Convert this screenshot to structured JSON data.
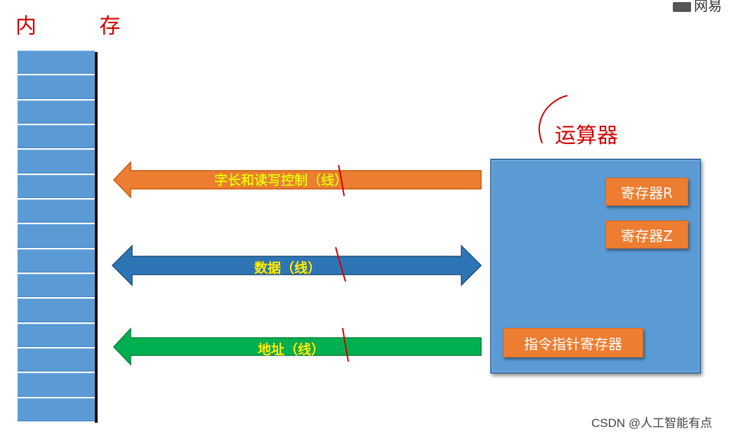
{
  "memory": {
    "title": "内 存",
    "cell_count": 15
  },
  "buses": {
    "control": {
      "label": "字长和读写控制（线）",
      "color": "#ed7d31",
      "direction": "to-memory"
    },
    "data": {
      "label": "数据（线）",
      "color": "#2e75b6",
      "direction": "bidirectional"
    },
    "address": {
      "label": "地址（线）",
      "color": "#00b050",
      "direction": "to-memory"
    }
  },
  "cpu": {
    "title": "运算器",
    "registers": {
      "r": "寄存器R",
      "z": "寄存器Z",
      "ip": "指令指针寄存器"
    },
    "color": "#5b9bd5"
  },
  "annotation_color": "#d40000",
  "label_color": "#fff200",
  "logo": {
    "text": "网易"
  },
  "watermark": "CSDN @人工智能有点"
}
